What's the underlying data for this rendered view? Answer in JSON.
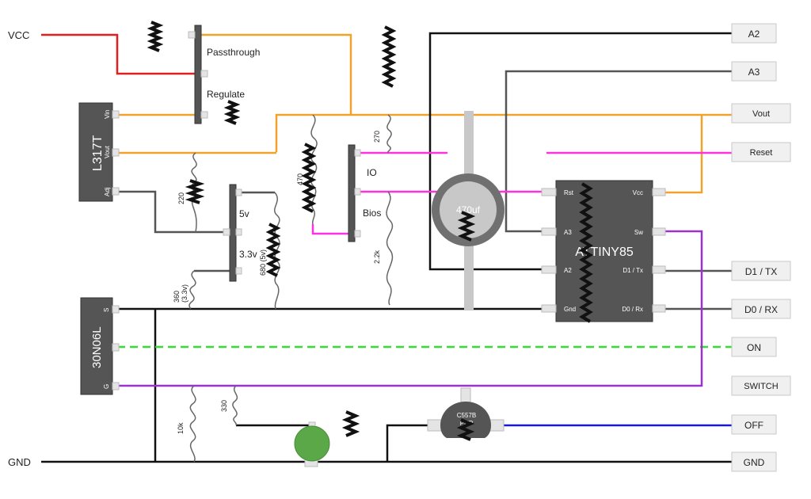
{
  "rails": {
    "vcc": "VCC",
    "gnd": "GND"
  },
  "switch_module": {
    "passthrough": "Passthrough",
    "regulate": "Regulate"
  },
  "regulator": {
    "name": "L317T",
    "pin_in": "Vin",
    "pin_out": "Vout",
    "pin_adj": "Adj"
  },
  "mosfet": {
    "name": "30N06L",
    "pin_s": "S",
    "pin_g": "G"
  },
  "voltage_select": {
    "v5": "5v",
    "v33": "3.3v"
  },
  "io_select": {
    "io": "IO",
    "bios": "Bios"
  },
  "resistors": {
    "r220": "220",
    "r360": "360\n(3.3v)",
    "r680": "680 (5v)",
    "r470": "470",
    "r270": "270",
    "r2k2": "2.2k",
    "r10k": "10k",
    "r330": "330"
  },
  "capacitor": {
    "value": "470uf"
  },
  "mcu": {
    "name": "ATTINY85",
    "pins_left": [
      "Rst",
      "A3",
      "A2",
      "Gnd"
    ],
    "pins_right": [
      "Vcc",
      "Sw",
      "D1 / Tx",
      "D0 / Rx"
    ]
  },
  "transistor": {
    "name": "C557B",
    "type": "PNP"
  },
  "connectors": [
    "A2",
    "A3",
    "Vout",
    "Reset",
    "D1 / TX",
    "D0 / RX",
    "ON",
    "SWITCH",
    "OFF",
    "GND"
  ],
  "colors": {
    "vcc_wire": "#e02020",
    "power_wire": "#f2a22a",
    "reset_wire": "#ff33dd",
    "switch_wire": "#9933cc",
    "on_wire": "#33dd33",
    "off_wire": "#1a1acc",
    "ground_wire": "#111111",
    "signal_wire": "#555555",
    "chip": "#555555",
    "led": "#5aa847"
  }
}
